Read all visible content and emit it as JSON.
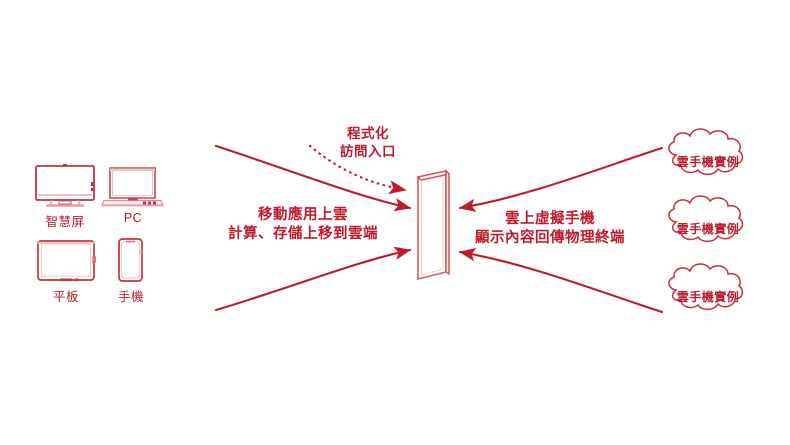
{
  "diagram": {
    "title": "Cloud Phone Architecture Diagram",
    "accent_color": "#bf1b2c",
    "line_color": "#c01a2b",
    "background": "#ffffff"
  },
  "devices": {
    "group_name": "physical-terminals",
    "items": [
      {
        "id": "smart-screen",
        "label": "智慧屏",
        "icon": "monitor-icon"
      },
      {
        "id": "pc",
        "label": "PC",
        "icon": "laptop-icon"
      },
      {
        "id": "tablet",
        "label": "平板",
        "icon": "tablet-icon"
      },
      {
        "id": "phone",
        "label": "手機",
        "icon": "smartphone-icon"
      }
    ]
  },
  "center": {
    "name": "virtual-phone-slab",
    "icon": "phone-slab-icon"
  },
  "flows": {
    "api_entry": {
      "line1": "程式化",
      "line2": "訪問入口",
      "style": "dotted"
    },
    "uplink": {
      "line1": "移動應用上雲",
      "line2": "計算、存儲上移到雲端",
      "direction": "left-to-right"
    },
    "downlink": {
      "line1": "雲上虛擬手機",
      "line2": "顯示內容回傳物理終端",
      "direction": "right-to-left"
    }
  },
  "clouds": {
    "group_name": "cloud-phone-instances",
    "items": [
      {
        "id": "instance-1",
        "label": "雲手機實例"
      },
      {
        "id": "instance-2",
        "label": "雲手機實例"
      },
      {
        "id": "instance-3",
        "label": "雲手機實例"
      }
    ]
  }
}
